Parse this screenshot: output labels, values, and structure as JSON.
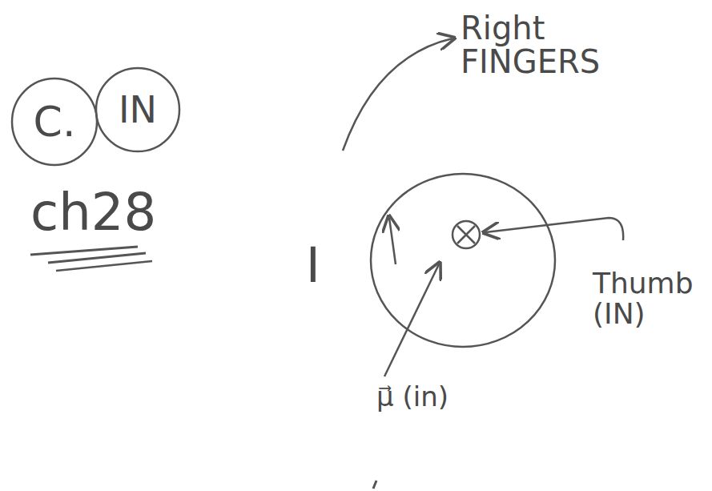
{
  "diagram": {
    "nodes": [
      {
        "text": [
          "C."
        ]
      },
      {
        "text": [
          "IN"
        ]
      }
    ],
    "labels": [
      "ch28",
      "Right FINGERS",
      "Thumb (IN)",
      "I",
      "μ⃗ (in)"
    ]
  }
}
